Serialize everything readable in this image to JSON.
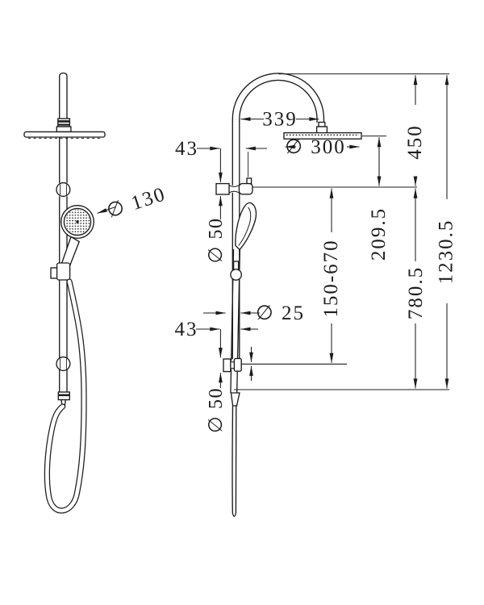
{
  "page": {
    "description": "Technical dimension drawing of twin shower rail set, front view and side view",
    "background": "#ffffff"
  },
  "colors": {
    "line": "#1c1c1c",
    "dimension_line": "#1c1c1c"
  },
  "front_view": {
    "name": "front-view",
    "labels": {
      "handshower_diameter": "∅ 130"
    }
  },
  "side_view": {
    "name": "side-view",
    "labels": {
      "arm_projection": "339",
      "overhead_diameter": "∅ 300",
      "top_offset": "43",
      "bracket_diameter_top": "∅ 50",
      "rail_diameter": "∅ 25",
      "bottom_offset": "43",
      "bracket_diameter_bottom": "∅ 50",
      "head_to_bracket": "209.5",
      "slider_range": "150-670",
      "arc_height": "450",
      "bracket_to_bottom": "780.5",
      "total_height": "1230.5"
    }
  }
}
